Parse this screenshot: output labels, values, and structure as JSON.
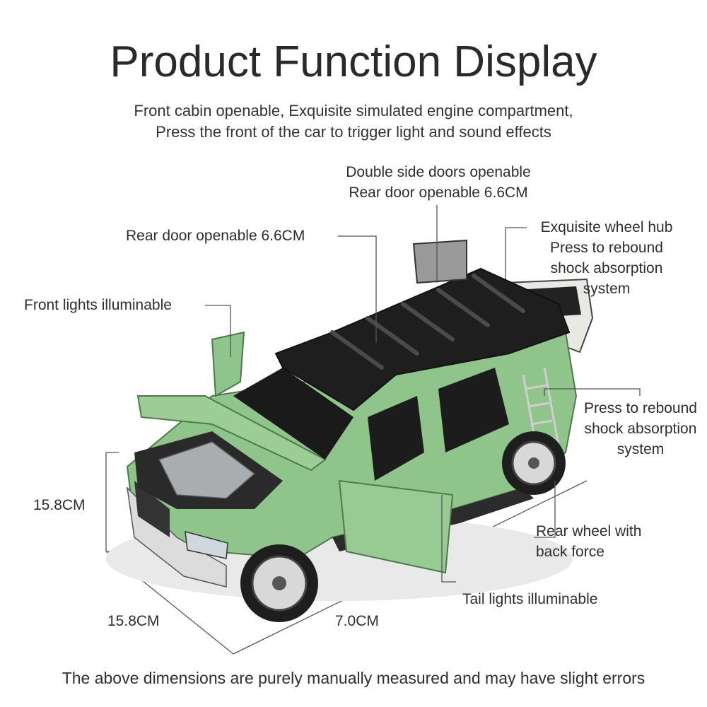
{
  "heading": {
    "title": "Product Function Display",
    "subtitle_line1": "Front cabin openable, Exquisite simulated engine compartment,",
    "subtitle_line2": "Press the front of the car to trigger light and sound effects"
  },
  "callouts": {
    "double_doors_line1": "Double side doors openable",
    "double_doors_line2": "Rear door openable 6.6CM",
    "rear_door": "Rear door openable 6.6CM",
    "wheel_hub_line1": "Exquisite wheel hub",
    "wheel_hub_line2": "Press to rebound",
    "wheel_hub_line3": "shock absorption",
    "wheel_hub_line4": "system",
    "front_lights": "Front lights illuminable",
    "shock_line1": "Press to rebound",
    "shock_line2": "shock absorption",
    "shock_line3": "system",
    "rear_wheel_line1": "Rear wheel with",
    "rear_wheel_line2": "back force",
    "tail_lights": "Tail lights illuminable"
  },
  "dimensions": {
    "height": "15.8CM",
    "length": "15.8CM",
    "width": "7.0CM"
  },
  "footer": "The above dimensions are purely manually measured and may have slight errors",
  "colors": {
    "body_green": "#8fc48a",
    "roof_black": "#1e1e1e",
    "line_gray": "#555555"
  }
}
